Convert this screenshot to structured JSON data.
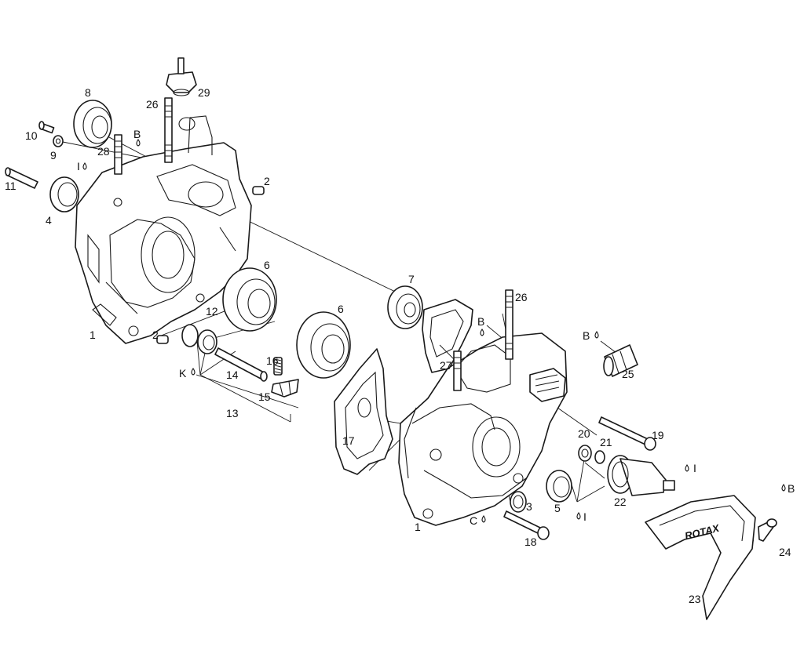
{
  "diagram": {
    "brand_text": "ROTAX",
    "callouts": [
      {
        "id": "c29",
        "text": "29"
      },
      {
        "id": "c8",
        "text": "8"
      },
      {
        "id": "c26a",
        "text": "26"
      },
      {
        "id": "c10",
        "text": "10"
      },
      {
        "id": "c9",
        "text": "9"
      },
      {
        "id": "cBa",
        "text": "B"
      },
      {
        "id": "c28",
        "text": "28"
      },
      {
        "id": "cIa",
        "text": "I"
      },
      {
        "id": "c11",
        "text": "11"
      },
      {
        "id": "c4",
        "text": "4"
      },
      {
        "id": "c2a",
        "text": "2"
      },
      {
        "id": "c6a",
        "text": "6"
      },
      {
        "id": "c7",
        "text": "7"
      },
      {
        "id": "c6b",
        "text": "6"
      },
      {
        "id": "c12",
        "text": "12"
      },
      {
        "id": "c1a",
        "text": "1"
      },
      {
        "id": "c2b",
        "text": "2"
      },
      {
        "id": "cK",
        "text": "K"
      },
      {
        "id": "c14",
        "text": "14"
      },
      {
        "id": "c16",
        "text": "16"
      },
      {
        "id": "c15",
        "text": "15"
      },
      {
        "id": "c13",
        "text": "13"
      },
      {
        "id": "c26b",
        "text": "26"
      },
      {
        "id": "cBb",
        "text": "B"
      },
      {
        "id": "c27",
        "text": "27"
      },
      {
        "id": "cBc",
        "text": "B"
      },
      {
        "id": "c25",
        "text": "25"
      },
      {
        "id": "c17",
        "text": "17"
      },
      {
        "id": "c20",
        "text": "20"
      },
      {
        "id": "c21",
        "text": "21"
      },
      {
        "id": "c19",
        "text": "19"
      },
      {
        "id": "cIb",
        "text": "I"
      },
      {
        "id": "c22",
        "text": "22"
      },
      {
        "id": "c5",
        "text": "5"
      },
      {
        "id": "cIc",
        "text": "I"
      },
      {
        "id": "c3",
        "text": "3"
      },
      {
        "id": "cC",
        "text": "C"
      },
      {
        "id": "c1b",
        "text": "1"
      },
      {
        "id": "c18",
        "text": "18"
      },
      {
        "id": "cBd",
        "text": "B"
      },
      {
        "id": "c24",
        "text": "24"
      },
      {
        "id": "c23",
        "text": "23"
      }
    ]
  }
}
